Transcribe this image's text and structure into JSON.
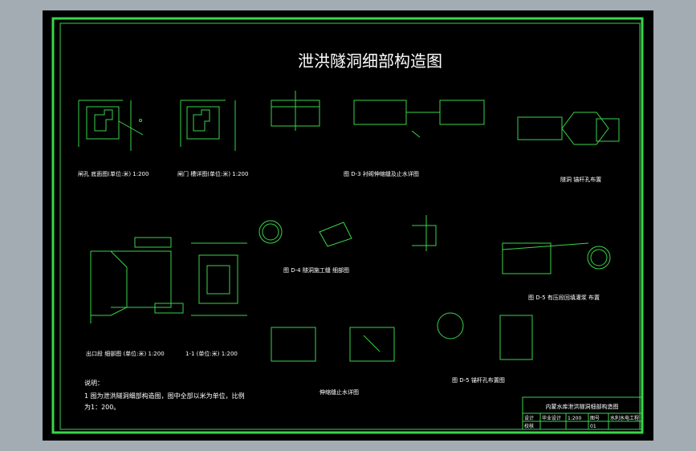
{
  "title": "泄洪隧洞细部构造图",
  "captions": {
    "hole_section": "闸孔 底面图(单位:米) 1:200",
    "gate_slot": "闸门 槽详图(单位:米) 1:200",
    "lining_joint": "图 D-3 衬砌伸缩缝及止水详图",
    "anchor_layout": "隧洞 锚杆孔布置",
    "crack_detail": "图 D-4 隧洞施工缝 细部图",
    "exit_detail": "出口段 细部图 (单位:米) 1:200",
    "section_11": "1-1 (单位:米) 1:200",
    "pressure_detail": "图 D-5 有压段回填灌浆 布置",
    "waterstop_title": "伸缩缝止水详图",
    "anchor_hole": "图 D-5 锚杆孔布置图"
  },
  "notes": {
    "heading": "说明：",
    "line1": "1 图为泄洪隧洞细部构造图，图中全部以米为单位，比例",
    "line2": "为1：200。"
  },
  "title_block": {
    "project": "内蒙水库泄洪隧洞细部构造图",
    "designer_label": "设计",
    "designer": "毕业设计",
    "check_label": "校核",
    "scale": "1:200",
    "drawing_label": "图号",
    "drawing_no": "01",
    "school_label": "水利水电工程"
  },
  "colors": {
    "line": "#39d44a",
    "text": "#ffffff",
    "frame": "#39d44a",
    "background": "#000000"
  }
}
